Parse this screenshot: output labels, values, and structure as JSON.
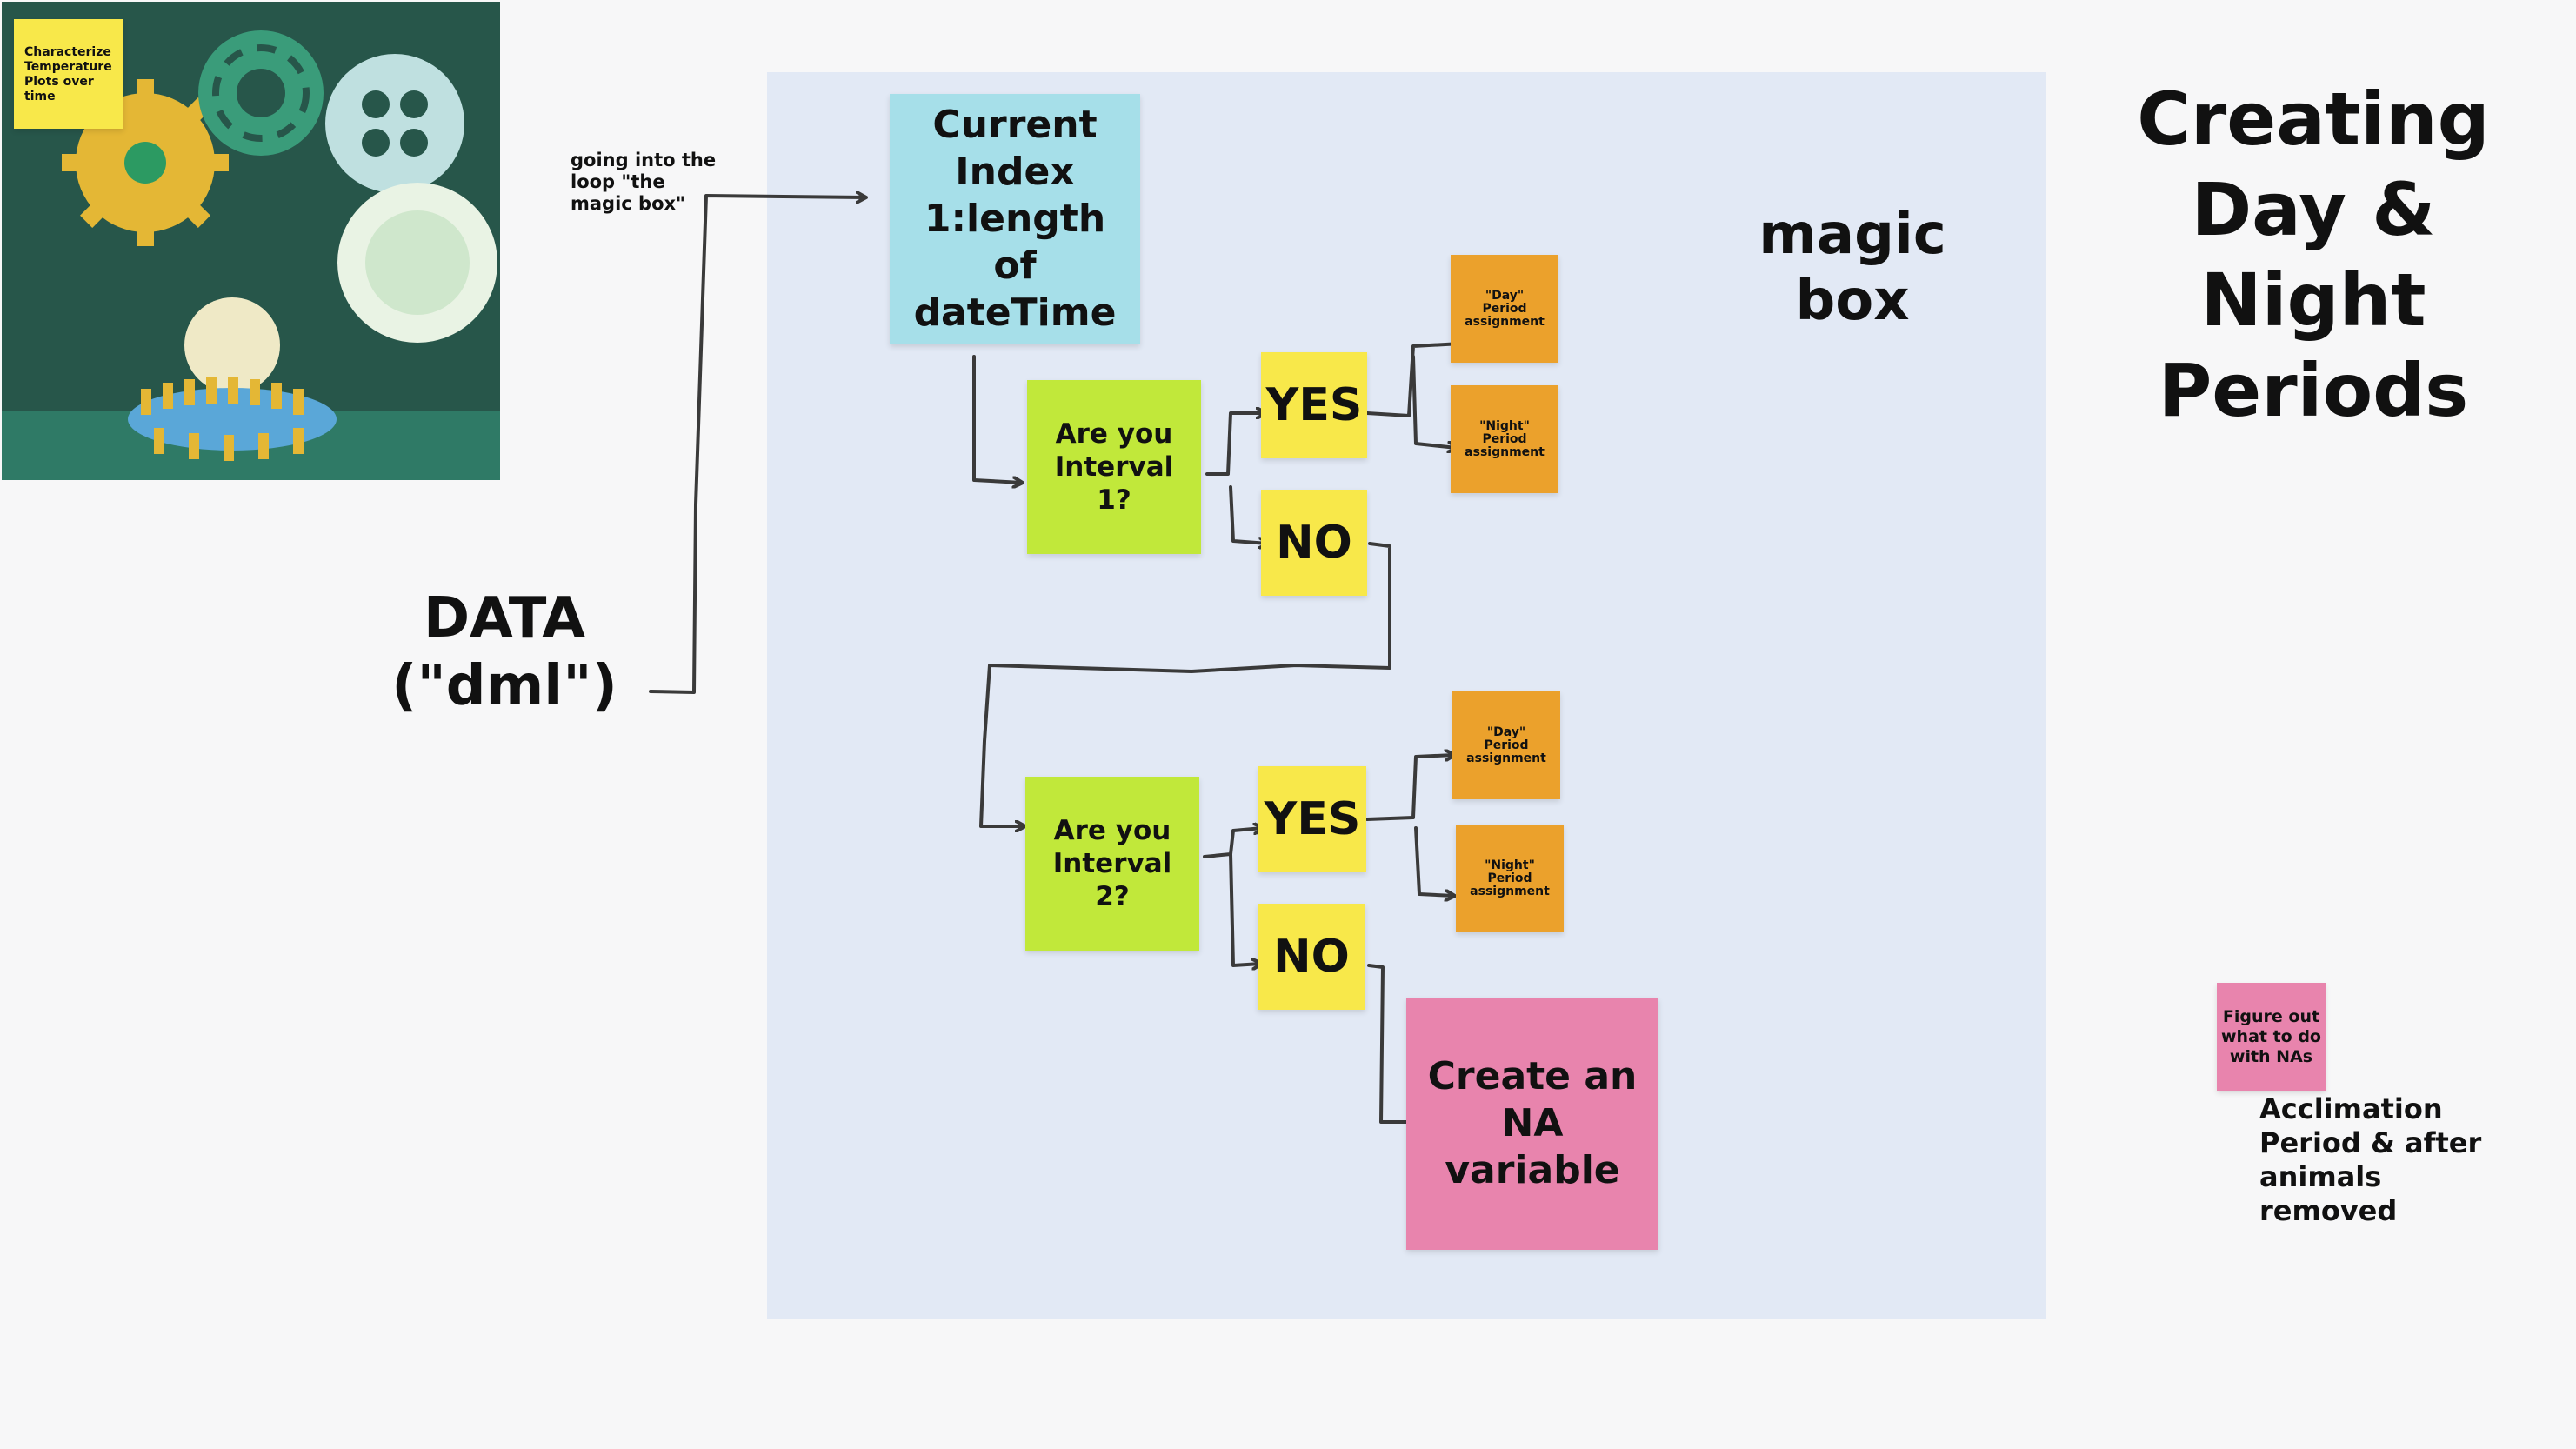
{
  "title": "Creating\nDay &\nNight\nPeriods",
  "magic_box_label": "magic\nbox",
  "data_label": "DATA\n(\"dml\")",
  "loop_note": "going into the loop \"the magic box\"",
  "image_card": {
    "sticky_text": "Characterize Temperature Plots over time"
  },
  "flow": {
    "index_box": "Current Index 1:length of dateTime",
    "interval1_question": "Are you Interval 1?",
    "interval2_question": "Are you Interval 2?",
    "yes_label": "YES",
    "no_label": "NO",
    "day_assignment": "\"Day\" Period assignment",
    "night_assignment": "\"Night\" Period assignment",
    "na_box": "Create an NA variable"
  },
  "side_note": {
    "sticky_text": "Figure out what to do with NAs",
    "caption": "Acclimation\nPeriod & after\nanimals\nremoved"
  },
  "colors": {
    "panel": "#e2e9f5",
    "cyan": "#a6dfe9",
    "lime": "#c1e83a",
    "yellow": "#f8e84a",
    "orange": "#eba12c",
    "pink": "#e884ad",
    "gear_bg": "#27564a"
  }
}
